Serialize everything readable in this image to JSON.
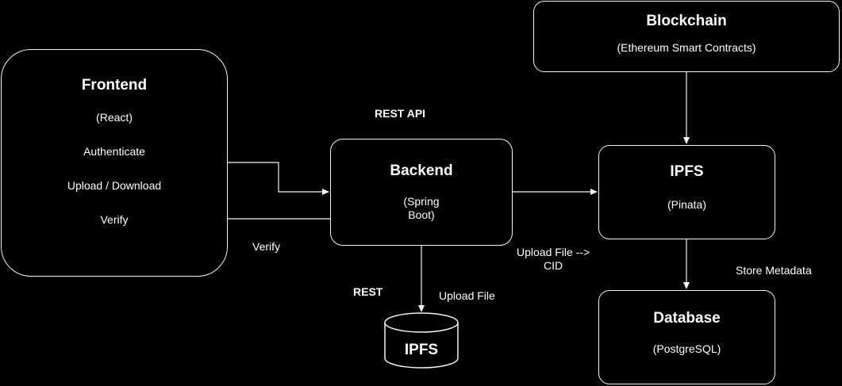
{
  "frontend": {
    "title": "Frontend",
    "lines": [
      "(React)",
      "Authenticate",
      "Upload / Download",
      "Verify"
    ]
  },
  "backend": {
    "title": "Backend",
    "sub": "(Spring\nBoot)"
  },
  "blockchain": {
    "title": "Blockchain",
    "sub": "(Ethereum Smart Contracts)"
  },
  "ipfs_pinata": {
    "title": "IPFS",
    "sub": "(Pinata)"
  },
  "database": {
    "title": "Database",
    "sub": "(PostgreSQL)"
  },
  "ipfs_storage": {
    "title": "IPFS"
  },
  "edge_labels": {
    "rest_api": "REST API",
    "verify": "Verify",
    "rest": "REST",
    "upload_file": "Upload File",
    "upload_file_cid": "Upload File -->\nCID",
    "store_metadata": "Store Metadata"
  }
}
